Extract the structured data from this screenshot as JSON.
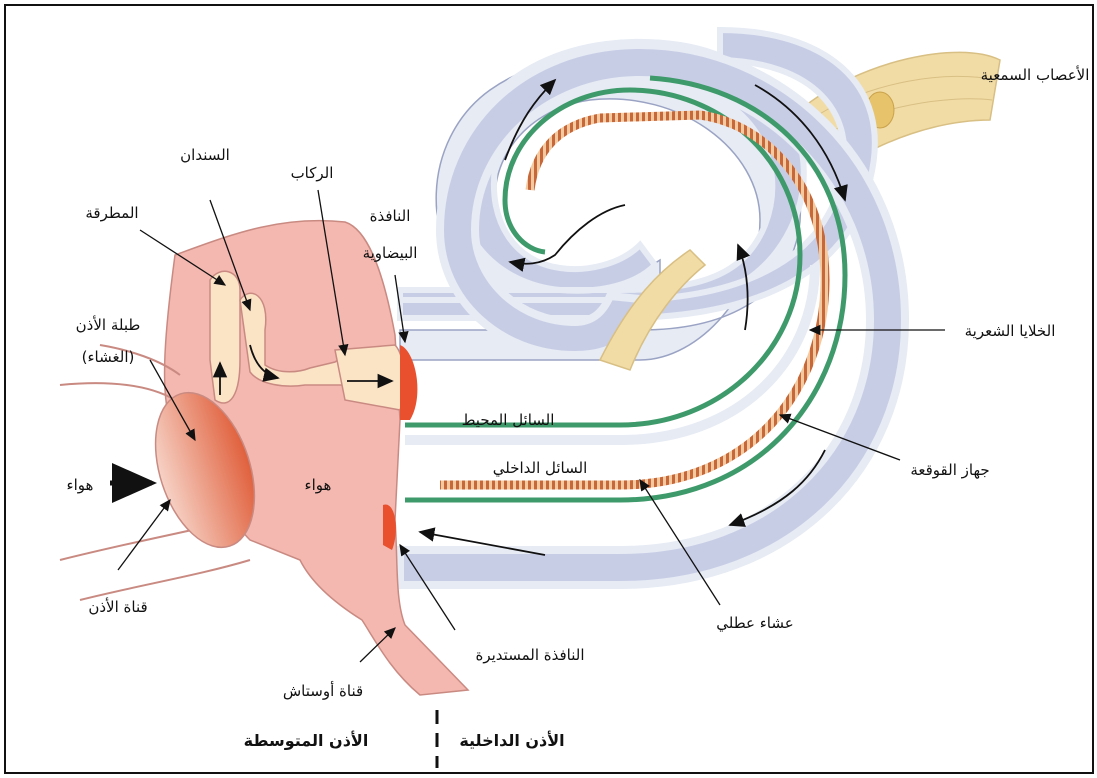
{
  "labels": {
    "hammer": "المطرقة",
    "anvil": "السندان",
    "stirrup": "الركاب",
    "oval_window_1": "النافذة",
    "oval_window_2": "البيضاوية",
    "eardrum_1": "طبلة الأذن",
    "eardrum_2": "(الغشاء)",
    "air_outer": "هواء",
    "air_middle": "هواء",
    "ear_canal": "قناة الأذن",
    "eustachian": "قناة أوستاش",
    "round_window": "النافذة المستديرة",
    "perilymph": "السائل المحيط",
    "endolymph": "السائل الداخلي",
    "basilar": "عشاء عطلي",
    "organ_corti": "جهاز القوقعة",
    "hair_cells": "الخلايا الشعرية",
    "auditory_nerves": "الأعصاب السمعية",
    "middle_ear": "الأذن المتوسطة",
    "inner_ear": "الأذن الداخلية"
  },
  "colors": {
    "tissue": "#f4b8b0",
    "tissue_stroke": "#c98a82",
    "bone": "#fbe3c6",
    "window": "#e8502e",
    "cochlea_fill": "#c8cde6",
    "cochlea_edge": "#e6ebf4",
    "membrane_green": "#3e9a6a",
    "hair_stripe": "#d98a52",
    "nerve": "#f2dca6"
  }
}
